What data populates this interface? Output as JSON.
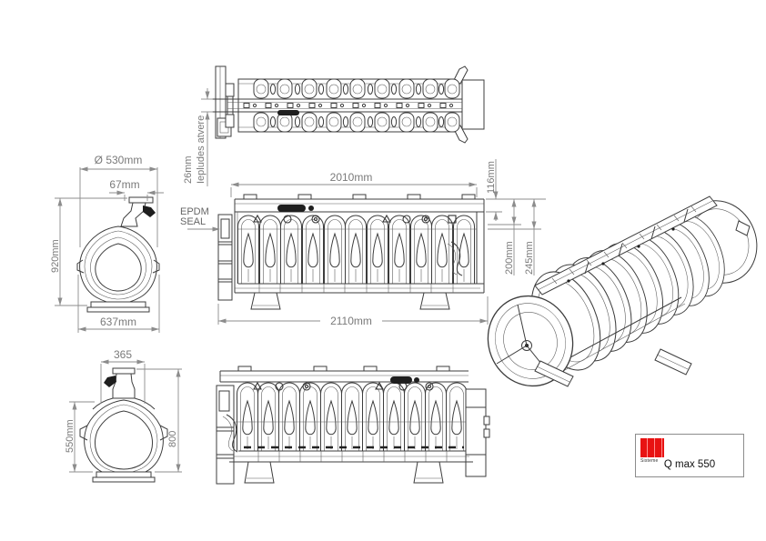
{
  "colors": {
    "line": "#3d3d3d",
    "dimension": "#8c8c8c",
    "logo_red": "#e81212"
  },
  "views": {
    "section_a": {
      "dims": {
        "diameter": "Ø 530mm",
        "throat": "67mm",
        "height": "920mm",
        "base_width": "637mm"
      }
    },
    "section_b": {
      "dims": {
        "top_width": "365",
        "inner_height": "550mm",
        "overall_height": "800"
      }
    },
    "plan": {
      "dims": {
        "inlet_width": "26mm"
      },
      "labels": {
        "inlet_note": "Iepludes atvere"
      }
    },
    "front": {
      "labels": {
        "seal_line1": "EPDM",
        "seal_line2": "SEAL"
      },
      "dims": {
        "body_length": "2010mm",
        "edge_height": "116mm",
        "invert_depth": "200mm",
        "overall_depth": "245mm",
        "overall_length": "2110mm"
      }
    }
  },
  "title_block": {
    "brand": "Sisteme",
    "model": "Q max 550"
  }
}
